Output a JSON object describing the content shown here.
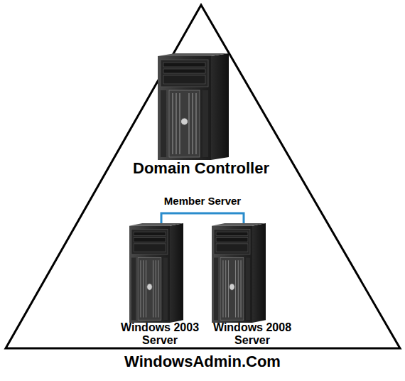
{
  "diagram": {
    "nodes": [
      {
        "text": [
          "Domain Controller"
        ]
      },
      {
        "text": [
          "Windows 2003 Server"
        ]
      },
      {
        "text": [
          "Windows 2008 Server"
        ]
      }
    ],
    "edges": [
      {
        "from": 1,
        "to": 2,
        "arrow": "none",
        "label": "Member Server"
      }
    ],
    "labels": [
      "WindowsAdmin.Com"
    ]
  }
}
